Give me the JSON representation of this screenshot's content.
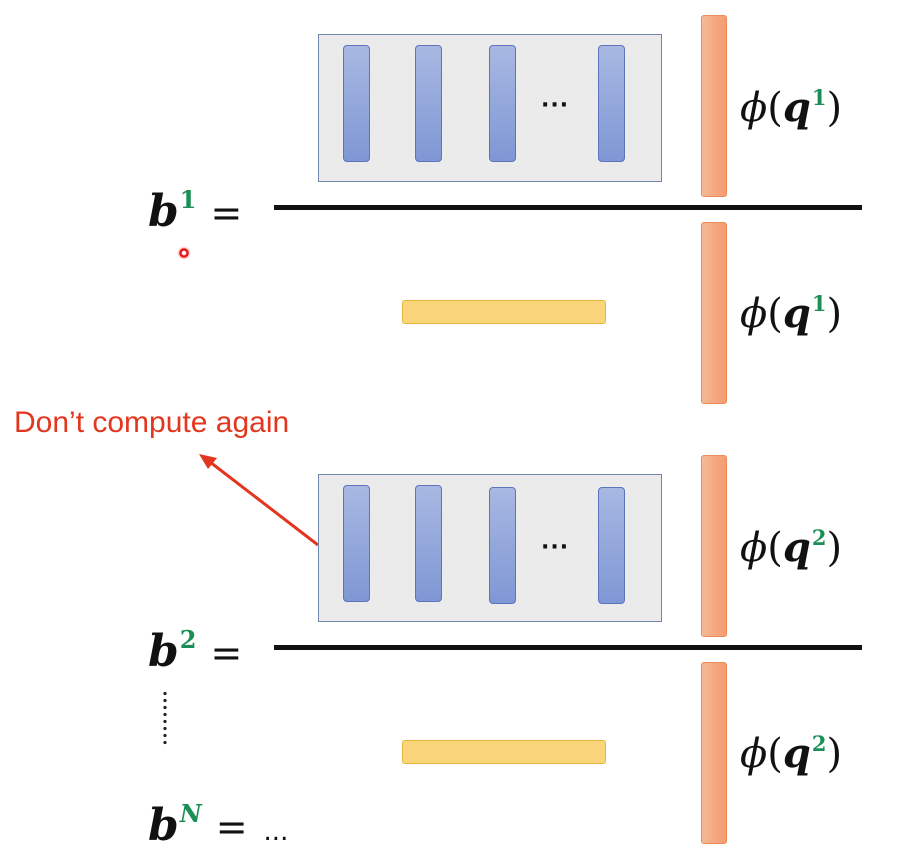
{
  "symbols": {
    "phi": "ϕ",
    "q": "q",
    "b": "b",
    "equals": "=",
    "ellipsis": "…",
    "panel_dots": "···"
  },
  "rows": [
    {
      "id": "b1",
      "b_sup": "1",
      "q_sup_top": "1",
      "q_sup_bottom": "1"
    },
    {
      "id": "b2",
      "b_sup": "2",
      "q_sup_top": "2",
      "q_sup_bottom": "2"
    }
  ],
  "last_row": {
    "b_sup": "N",
    "tail": "..."
  },
  "annotation": {
    "text": "Don’t compute again"
  },
  "colors": {
    "panel_fill": "#ebebeb",
    "column_blue": "#7f97d4",
    "bar_orange": "#f49b6e",
    "bar_yellow": "#fbd57c",
    "superscript_green": "#1a8f55",
    "annotation_red": "#e3361f"
  }
}
